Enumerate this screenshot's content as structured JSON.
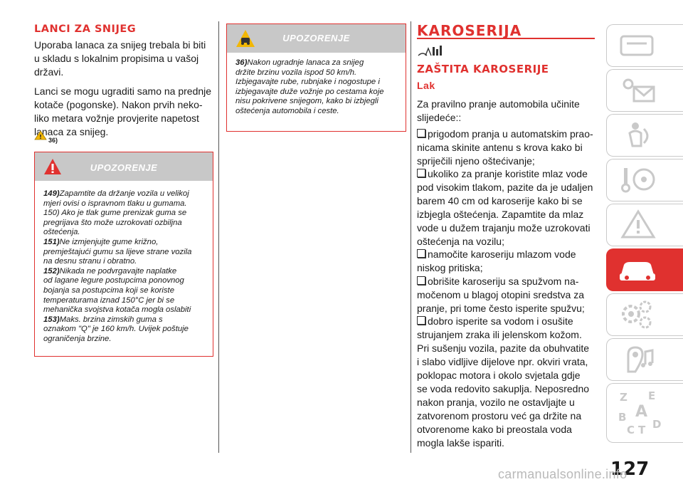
{
  "col1": {
    "heading": "LANCI ZA SNIJEG",
    "p1_lines": [
      "Uporaba lanaca za snijeg trebala bi biti",
      "u skladu s lokalnim propisima u vašoj",
      "državi."
    ],
    "p2_lines": [
      "Lanci se mogu ugraditi samo na prednje",
      "kotače (pogonske). Nakon prvih neko-",
      "liko metara vožnje provjerite napetost",
      "lanaca za snijeg."
    ],
    "ref": "36)",
    "warning": {
      "title": "UPOZORENJE",
      "items": [
        {
          "num": "149)",
          "lines": [
            "Zapamtite da držanje vozila u velikoj",
            "mjeri ovisi o ispravnom tlaku u gumama.",
            "150) Ako je tlak gume prenizak guma se",
            "pregrijava što može uzrokovati ozbiljna",
            "oštećenja."
          ]
        },
        {
          "num": "151)",
          "lines": [
            "Ne izmjenjujte gume križno,",
            "premještajući gumu sa lijeve strane vozila",
            "na desnu stranu i obratno."
          ]
        },
        {
          "num": "152)",
          "lines": [
            "Nikada ne podvrgavajte naplatke",
            "od lagane legure postupcima ponovnog",
            "bojanja sa postupcima koji se koriste",
            "temperaturama iznad 150°C jer bi se",
            "mehanička svojstva kotača mogla oslabiti"
          ]
        },
        {
          "num": "153)",
          "lines": [
            "Maks. brzina zimskih guma s",
            "oznakom \"Q\" je 160 km/h. Uvijek poštuje",
            "ograničenja brzine."
          ]
        }
      ]
    }
  },
  "col2": {
    "warning": {
      "title": "UPOZORENJE",
      "num": "36)",
      "lines": [
        "Nakon ugradnje lanaca za snijeg",
        "držite brzinu vozila ispod 50 km/h.",
        "Izbjegavajte rube, rubnjake i nogostupe i",
        "izbjegavajte duže vožnje po cestama koje",
        "nisu pokrivene snijegom, kako bi izbjegli",
        "oštećenja automobila i ceste."
      ]
    }
  },
  "col3": {
    "heading": "KAROSERIJA",
    "subheading": "ZAŠTITA KAROSERIJE",
    "subsub": "Lak",
    "intro_lines": [
      "Za pravilno pranje automobila učinite",
      "slijedeće::"
    ],
    "bullets": [
      [
        "prigodom pranja u automatskim prao-",
        "nicama skinite antenu s krova kako bi",
        "spriječili njeno oštećivanje;"
      ],
      [
        "ukoliko za pranje koristite mlaz vode",
        "pod visokim tlakom, pazite da je udaljen",
        "barem 40 cm od karoserije kako bi se",
        "izbjegla oštećenja. Zapamtite da mlaz",
        "vode u dužem trajanju može uzrokovati",
        "oštećenja na vozilu;"
      ],
      [
        "namočite karoseriju mlazom vode",
        "niskog pritiska;"
      ],
      [
        "obrišite karoseriju sa spužvom na-",
        "močenom u blagoj otopini sredstva za",
        "pranje, pri tome često isperite spužvu;"
      ],
      [
        "dobro isperite sa vodom i osušite",
        "strujanjem zraka ili jelenskom kožom."
      ]
    ],
    "final_lines": [
      "Pri sušenju vozila, pazite da obuhvatite",
      "i slabo vidljive dijelove npr. okviri vrata,",
      "poklopac motora i okolo svjetala gdje",
      "se voda redovito sakuplja. Neposredno",
      "nakon pranja, vozilo ne ostavljajte u",
      "zatvorenom prostoru već ga držite na",
      "otvorenome kako bi preostala voda",
      "mogla lakše ispariti."
    ]
  },
  "tabs": [
    "car-dashboard-icon",
    "warning-lights-icon",
    "airbag-seat-icon",
    "key-steering-icon",
    "road-warning-icon",
    "car-maintenance-icon",
    "gears-icon",
    "media-navigation-icon",
    "alphabet-index-icon"
  ],
  "page_number": "127",
  "watermark": "carmanualsonline.info",
  "colors": {
    "accent": "#e0312f",
    "warning_header": "#c8c8c8"
  }
}
